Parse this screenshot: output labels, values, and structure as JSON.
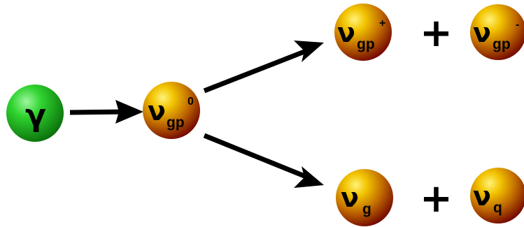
{
  "colors": {
    "photon_fill": "#1fc11f",
    "particle_fill": "#d08a00",
    "arrow": "#000000"
  },
  "nodes": {
    "photon": {
      "symbol": "γ"
    },
    "parent": {
      "symbol": "ν",
      "sub": "gp",
      "sup": "0"
    },
    "upper_left": {
      "symbol": "ν",
      "sub": "gp",
      "sup": "+"
    },
    "upper_right": {
      "symbol": "ν",
      "sub": "gp",
      "sup": "-"
    },
    "lower_left": {
      "symbol": "ν",
      "sub": "g"
    },
    "lower_right": {
      "symbol": "ν",
      "sub": "q"
    }
  },
  "operators": {
    "plus_top": "+",
    "plus_bottom": "+"
  }
}
